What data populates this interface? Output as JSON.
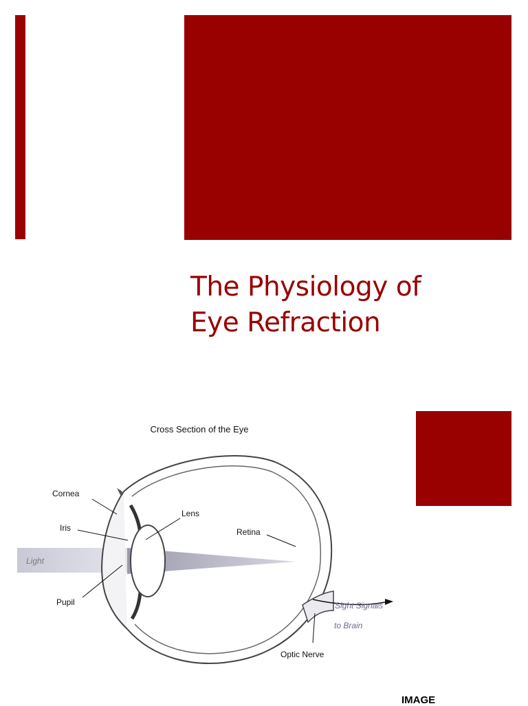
{
  "title": {
    "line1": "The Physiology of",
    "line2": "Eye Refraction"
  },
  "diagram": {
    "heading": "Cross Section of the Eye",
    "labels": {
      "cornea": "Cornea",
      "iris": "Iris",
      "lens": "Lens",
      "retina": "Retina",
      "light": "Light",
      "pupil": "Pupil",
      "sight_signals_1": "Sight Signals",
      "sight_signals_2": "to Brain",
      "optic_nerve": "Optic Nerve"
    }
  },
  "footer": {
    "label": "IMAGE"
  },
  "colors": {
    "accent": "#990000"
  }
}
